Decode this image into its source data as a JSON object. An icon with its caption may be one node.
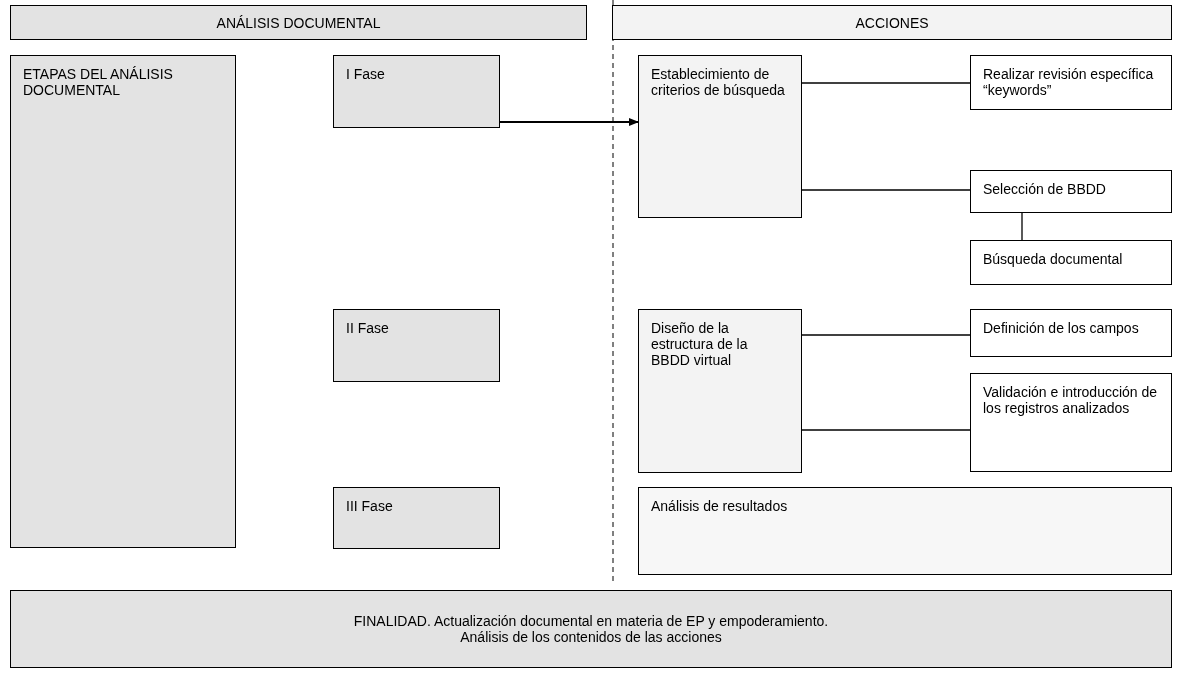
{
  "diagram": {
    "nodes": [
      {
        "text": [
          "ANÁLISIS DOCUMENTAL"
        ]
      },
      {
        "text": [
          "ACCIONES"
        ]
      },
      {
        "text": [
          "ETAPAS DEL ANÁLISIS DOCUMENTAL"
        ]
      },
      {
        "text": [
          "I Fase"
        ]
      },
      {
        "text": [
          "Establecimiento de criterios de búsqueda"
        ]
      },
      {
        "text": [
          "Realizar revisión específica “keywords”"
        ]
      },
      {
        "text": [
          "Selección de BBDD"
        ]
      },
      {
        "text": [
          "Búsqueda documental"
        ]
      },
      {
        "text": [
          "II Fase"
        ]
      },
      {
        "text": [
          "Diseño de la estructura de la BBDD virtual"
        ]
      },
      {
        "text": [
          "Definición de los campos"
        ]
      },
      {
        "text": [
          "Validación e introducción de los registros analizados"
        ]
      },
      {
        "text": [
          "III Fase"
        ]
      },
      {
        "text": [
          "Análisis de resultados"
        ]
      },
      {
        "text": [
          "FINALIDAD. Actualización documental en materia de EP y empoderamiento.",
          "Análisis de los contenidos de las acciones"
        ]
      }
    ],
    "edges": [
      {
        "from": 3,
        "to": 4,
        "arrow": "to"
      },
      {
        "from": 4,
        "to": 5,
        "arrow": "none"
      },
      {
        "from": 4,
        "to": 6,
        "arrow": "none"
      },
      {
        "from": 6,
        "to": 7,
        "arrow": "none"
      },
      {
        "from": 9,
        "to": 10,
        "arrow": "none"
      },
      {
        "from": 9,
        "to": 11,
        "arrow": "none"
      }
    ]
  }
}
